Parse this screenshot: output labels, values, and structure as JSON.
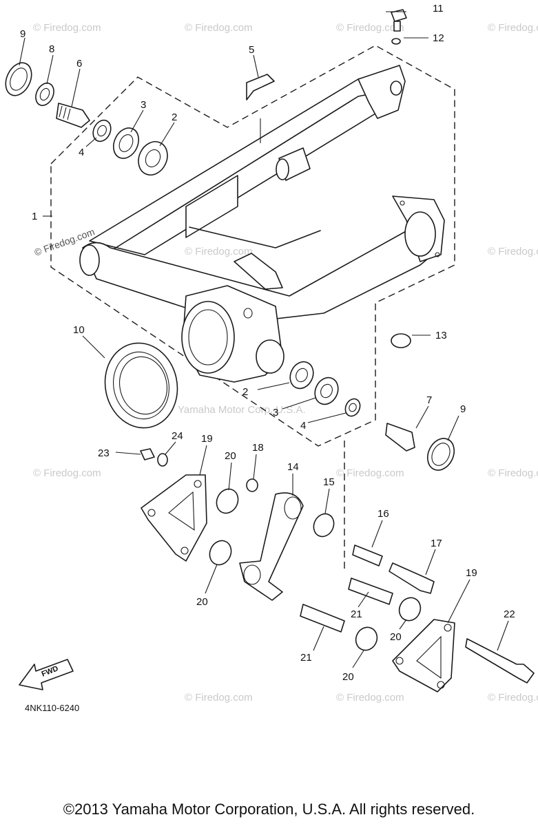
{
  "diagram_code": "4NK110-6240",
  "footer_text": "©2013 Yamaha Motor Corporation, U.S.A. All rights reserved.",
  "watermark_text": "© Firedog.com",
  "center_watermark": "Yamaha Motor Corp, U.S.A.",
  "fwd_label": "FWD",
  "callouts": {
    "c1": "1",
    "c2a": "2",
    "c2b": "2",
    "c3a": "3",
    "c3b": "3",
    "c4a": "4",
    "c4b": "4",
    "c5": "5",
    "c6": "6",
    "c7": "7",
    "c8": "8",
    "c9a": "9",
    "c9b": "9",
    "c10": "10",
    "c11": "11",
    "c12": "12",
    "c13": "13",
    "c14": "14",
    "c15": "15",
    "c16": "16",
    "c17": "17",
    "c18": "18",
    "c19a": "19",
    "c19b": "19",
    "c20a": "20",
    "c20b": "20",
    "c20c": "20",
    "c20d": "20",
    "c21a": "21",
    "c21b": "21",
    "c22": "22",
    "c23": "23",
    "c24": "24"
  }
}
